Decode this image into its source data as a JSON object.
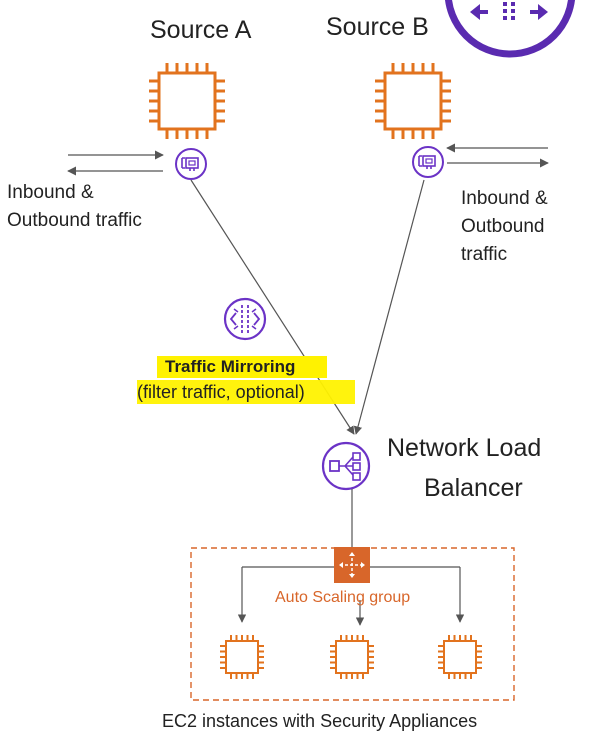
{
  "nodes": {
    "source_a": "Source A",
    "source_b": "Source B",
    "traffic_left": [
      "Inbound &",
      "Outbound traffic"
    ],
    "traffic_right": [
      "Inbound &",
      "Outbound",
      "traffic"
    ],
    "mirroring_title": "Traffic Mirroring",
    "mirroring_subtitle": "(filter traffic, optional)",
    "nlb": [
      "Network Load",
      "Balancer"
    ],
    "asg": "Auto Scaling group",
    "ec2_caption": "EC2 instances with Security Appliances"
  },
  "colors": {
    "ec2_orange": "#E2731E",
    "asg_orange": "#D8662A",
    "aws_purple": "#6B33C6",
    "highlight": "#FFF200",
    "line": "#555555"
  },
  "icons": {
    "ec2": "ec2-chip-icon",
    "eni": "network-interface-icon",
    "mirroring": "traffic-mirroring-icon",
    "nlb": "network-load-balancer-icon",
    "asg": "auto-scaling-icon"
  }
}
